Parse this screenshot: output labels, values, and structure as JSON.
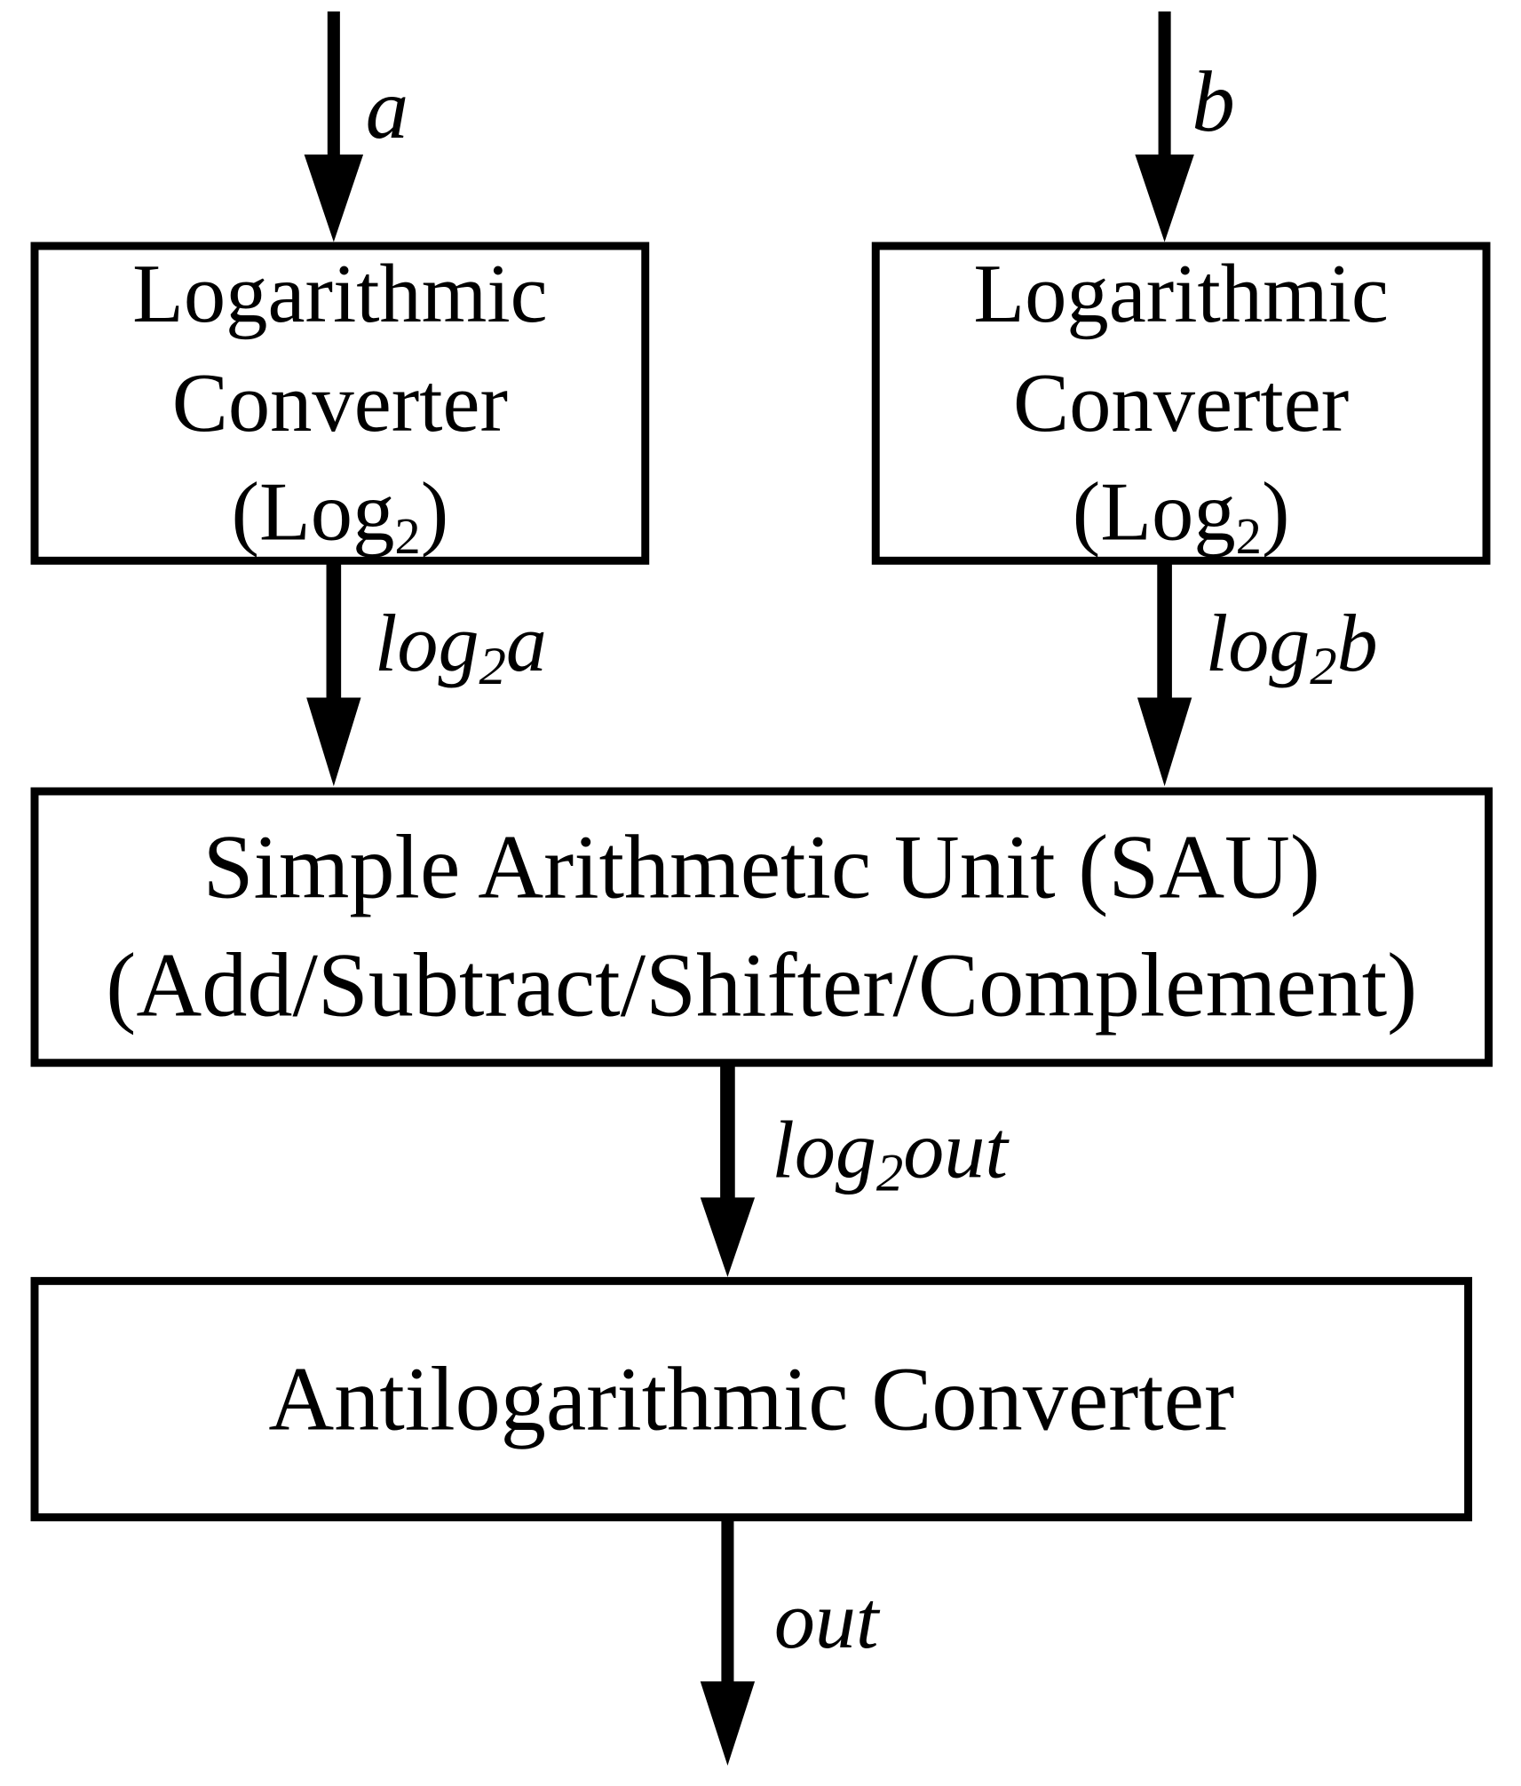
{
  "diagram": {
    "title": "Logarithmic arithmetic datapath block diagram",
    "stroke_color": "#000000",
    "background_color": "#ffffff",
    "blocks": [
      {
        "id": "log-converter-a",
        "lines": [
          "Logarithmic",
          "Converter",
          "(Log",
          "2",
          ")"
        ],
        "line1": "Logarithmic",
        "line2": "Converter",
        "line3_pre": "(Log",
        "line3_sub": "2",
        "line3_post": ")"
      },
      {
        "id": "log-converter-b",
        "line1": "Logarithmic",
        "line2": "Converter",
        "line3_pre": "(Log",
        "line3_sub": "2",
        "line3_post": ")"
      },
      {
        "id": "sau",
        "line1": "Simple Arithmetic Unit (SAU)",
        "line2": "(Add/Subtract/Shifter/Complement)"
      },
      {
        "id": "antilog-converter",
        "line1": "Antilogarithmic Converter"
      }
    ],
    "signals": {
      "input_a": "a",
      "input_b": "b",
      "log_a_pre": "log",
      "log_a_sub": "2",
      "log_a_post": "a",
      "log_b_pre": "log",
      "log_b_sub": "2",
      "log_b_post": "b",
      "log_out_pre": "log",
      "log_out_sub": "2",
      "log_out_post": "out",
      "output": "out"
    }
  }
}
